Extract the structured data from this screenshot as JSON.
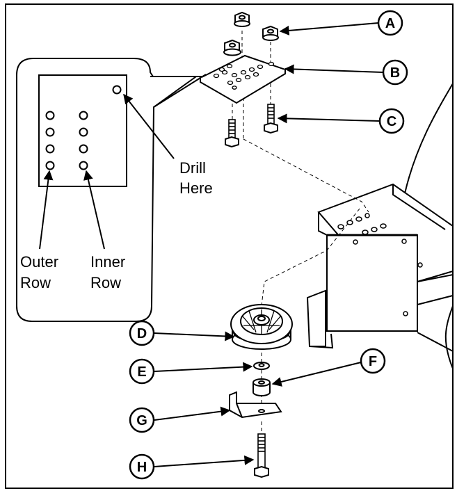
{
  "callouts": {
    "A": "A",
    "B": "B",
    "C": "C",
    "D": "D",
    "E": "E",
    "F": "F",
    "G": "G",
    "H": "H"
  },
  "inset": {
    "drill_line1": "Drill",
    "drill_line2": "Here",
    "outer_line1": "Outer",
    "outer_line2": "Row",
    "inner_line1": "Inner",
    "inner_line2": "Row"
  }
}
